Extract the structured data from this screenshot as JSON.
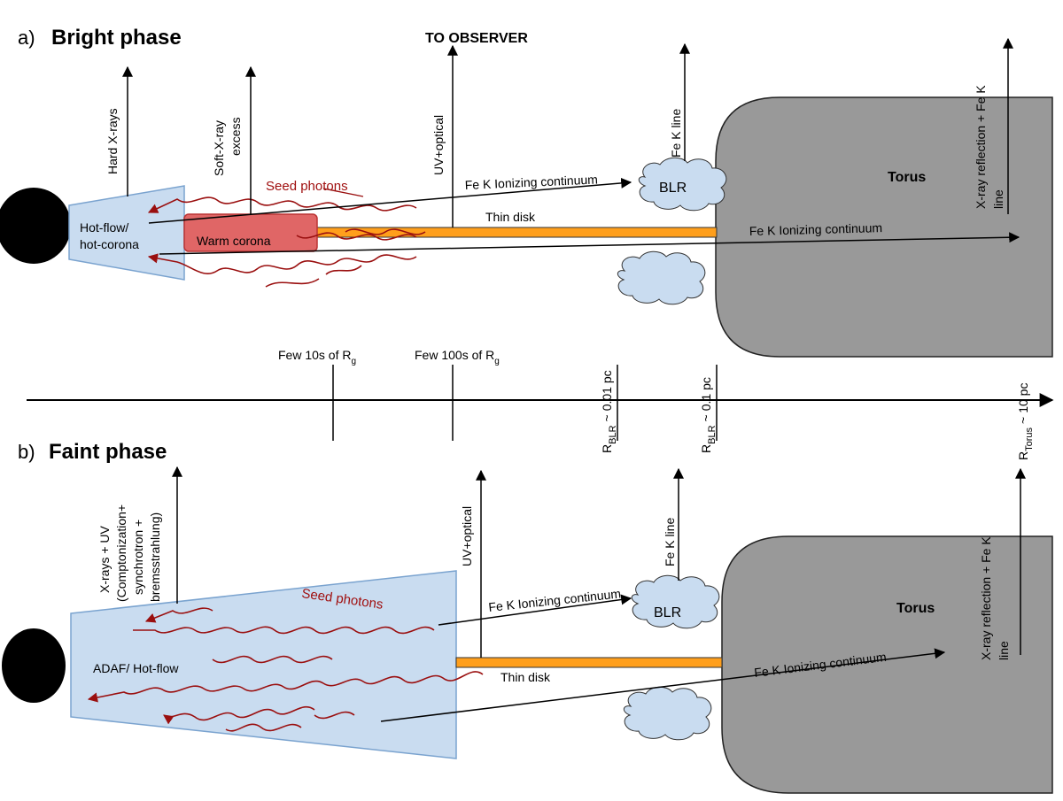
{
  "panel_a": {
    "letter": "a)",
    "title": "Bright phase",
    "to_observer": "TO OBSERVER",
    "hard_xrays": "Hard X-rays",
    "soft_excess_1": "Soft-X-ray",
    "soft_excess_2": "excess",
    "seed_photons": "Seed photons",
    "uv_optical": "UV+optical",
    "fe_k_line": "Fe K line",
    "fe_k_ionizing_blr": "Fe K Ionizing continuum",
    "fe_k_ionizing_torus": "Fe K Ionizing continuum",
    "thin_disk": "Thin disk",
    "blr": "BLR",
    "torus": "Torus",
    "hot_flow_1": "Hot-flow/",
    "hot_flow_2": "hot-corona",
    "warm_corona": "Warm corona",
    "xray_reflection_1": "X-ray reflection + Fe K",
    "xray_reflection_2": "line"
  },
  "axis": {
    "few10s": "Few 10s of R",
    "few100s": "Few 100s of R",
    "sub_g": "g",
    "r": "R",
    "sub_blr": "BLR",
    "sub_torus": "Torus",
    "tilde": "~",
    "val_001pc": "0.01 pc",
    "val_01pc": "0.1 pc",
    "val_10pc": "10 pc"
  },
  "panel_b": {
    "letter": "b)",
    "title": "Faint phase",
    "xrays_uv_1": "X-rays + UV",
    "xrays_uv_2": "(Comptonization+",
    "xrays_uv_3": "synchrotron +",
    "xrays_uv_4": "bremsstrahlung)",
    "uv_optical": "UV+optical",
    "fe_k_line": "Fe K line",
    "seed_photons": "Seed photons",
    "fe_k_ionizing_blr": "Fe K Ionizing continuum",
    "fe_k_ionizing_torus": "Fe K Ionizing continuum",
    "thin_disk": "Thin disk",
    "blr": "BLR",
    "torus": "Torus",
    "adaf": "ADAF/ Hot-flow",
    "xray_reflection_1": "X-ray reflection + Fe K",
    "xray_reflection_2": "line"
  }
}
